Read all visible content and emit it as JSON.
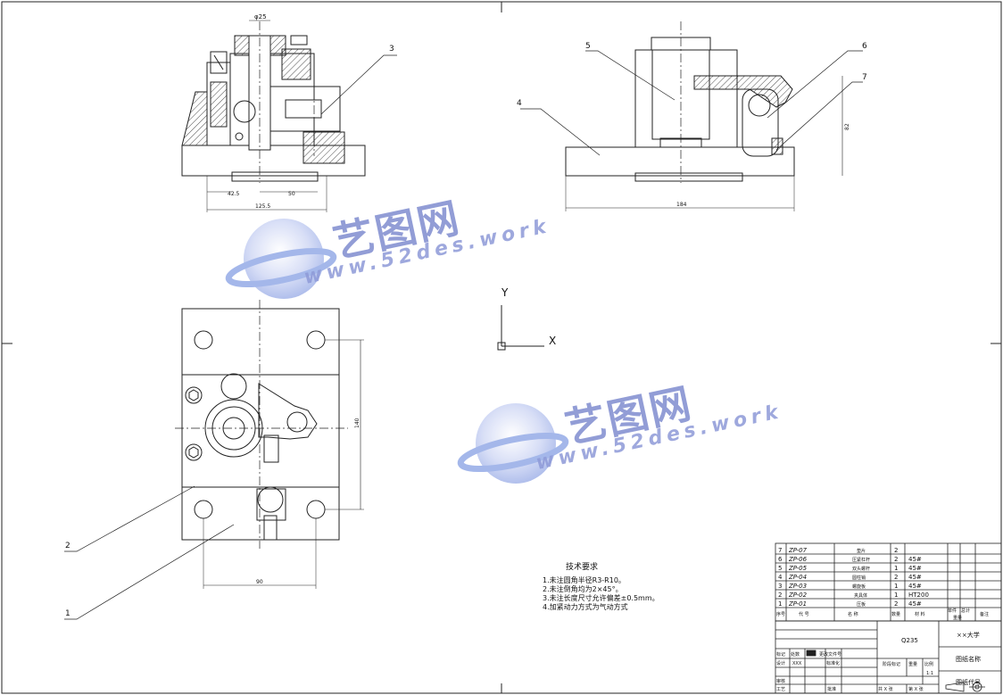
{
  "dimensions": {
    "top_phi": "φ25",
    "left_w1": "42.5",
    "left_w2": "50",
    "left_total": "125.5",
    "right_total": "184",
    "right_h": "82",
    "plan_h": "140",
    "plan_w": "90"
  },
  "balloons": [
    "1",
    "2",
    "3",
    "4",
    "5",
    "6",
    "7"
  ],
  "axes": {
    "x": "X",
    "y": "Y"
  },
  "tech_requirements": {
    "title": "技术要求",
    "lines": [
      "1.未注圆角半径R3-R10。",
      "2.未注倒角均为2×45°。",
      "3.未注长度尺寸允许偏差±0.5mm。",
      "4.加紧动力方式为气动方式"
    ]
  },
  "bom": {
    "rows": [
      {
        "no": "7",
        "code": "ZP-07",
        "name": "垫片",
        "qty": "2",
        "mat": ""
      },
      {
        "no": "6",
        "code": "ZP-06",
        "name": "压紧杠杆",
        "qty": "2",
        "mat": "45#"
      },
      {
        "no": "5",
        "code": "ZP-05",
        "name": "双头螺杆",
        "qty": "1",
        "mat": "45#"
      },
      {
        "no": "4",
        "code": "ZP-04",
        "name": "圆柱销",
        "qty": "2",
        "mat": "45#"
      },
      {
        "no": "3",
        "code": "ZP-03",
        "name": "螺旋板",
        "qty": "1",
        "mat": "45#"
      },
      {
        "no": "2",
        "code": "ZP-02",
        "name": "夹具体",
        "qty": "1",
        "mat": "HT200"
      },
      {
        "no": "1",
        "code": "ZP-01",
        "name": "压板",
        "qty": "2",
        "mat": "45#"
      }
    ],
    "header": {
      "no": "序号",
      "code": "代  号",
      "name": "名   称",
      "qty": "数量",
      "mat": "材  料",
      "single": "单件",
      "total": "总计",
      "weight": "重量",
      "note": "备注"
    }
  },
  "title_block": {
    "material": "Q235",
    "school": "××大学",
    "drawing_name": "图纸名称",
    "drawing_code": "图纸代号",
    "mark": "标记",
    "count": "处数",
    "sign": "更改文件号",
    "design": "设计",
    "design_name": "XXX",
    "standard": "标准化",
    "check": "审核",
    "process": "工艺",
    "approve": "批准",
    "stage": "阶段标记",
    "weight": "重量",
    "scale_label": "比例",
    "scale": "1:1",
    "sheets": "共 X 张",
    "sheet_no": "第 X 张"
  },
  "watermark": {
    "cn": "艺图网",
    "url": "www.52des.work"
  }
}
